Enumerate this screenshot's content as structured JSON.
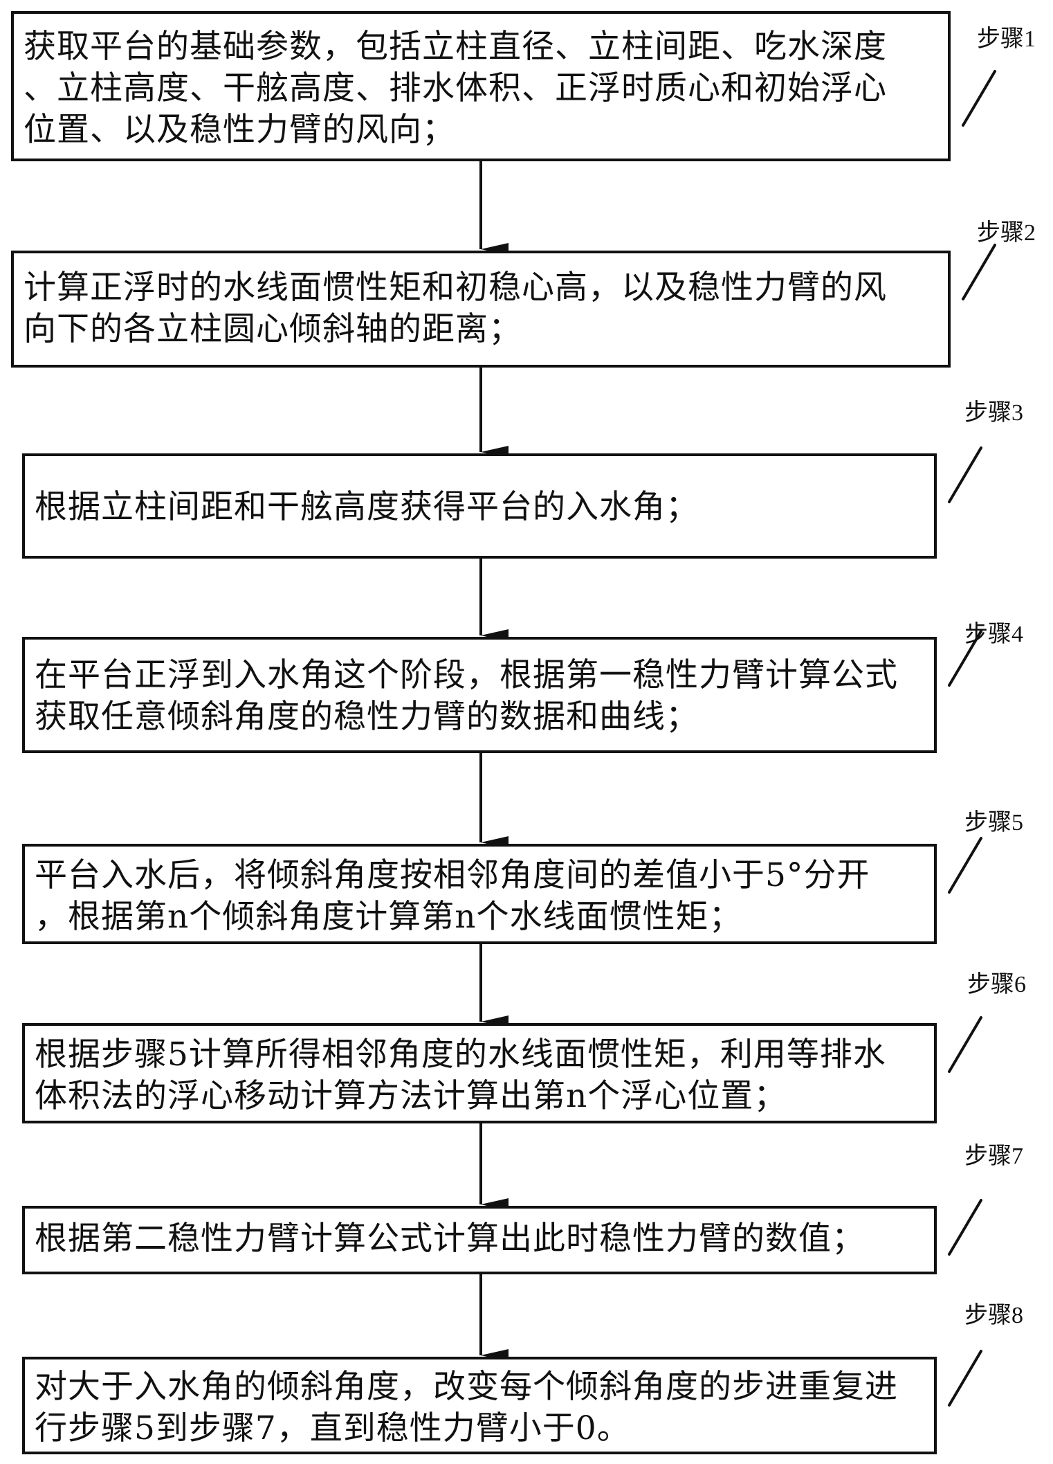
{
  "diagram": {
    "type": "flowchart",
    "direction": "top-to-bottom",
    "steps": [
      {
        "label": "步骤1",
        "text": "获取平台的基础参数，包括立柱直径、立柱间距、吃水深度\n、立柱高度、干舷高度、排水体积、正浮时质心和初始浮心\n位置、以及稳性力臂的风向；"
      },
      {
        "label": "步骤2",
        "text": "计算正浮时的水线面惯性矩和初稳心高，以及稳性力臂的风\n向下的各立柱圆心倾斜轴的距离；"
      },
      {
        "label": "步骤3",
        "text": "根据立柱间距和干舷高度获得平台的入水角；"
      },
      {
        "label": "步骤4",
        "text": "在平台正浮到入水角这个阶段，根据第一稳性力臂计算公式\n获取任意倾斜角度的稳性力臂的数据和曲线；"
      },
      {
        "label": "步骤5",
        "text": "平台入水后，将倾斜角度按相邻角度间的差值小于5°分开\n，根据第n个倾斜角度计算第n个水线面惯性矩；"
      },
      {
        "label": "步骤6",
        "text": "根据步骤5计算所得相邻角度的水线面惯性矩，利用等排水\n体积法的浮心移动计算方法计算出第n个浮心位置；"
      },
      {
        "label": "步骤7",
        "text": "根据第二稳性力臂计算公式计算出此时稳性力臂的数值；"
      },
      {
        "label": "步骤8",
        "text": "对大于入水角的倾斜角度，改变每个倾斜角度的步进重复进\n行步骤5到步骤7，直到稳性力臂小于0。"
      }
    ],
    "edges": [
      {
        "from": "步骤1",
        "to": "步骤2"
      },
      {
        "from": "步骤2",
        "to": "步骤3"
      },
      {
        "from": "步骤3",
        "to": "步骤4"
      },
      {
        "from": "步骤4",
        "to": "步骤5"
      },
      {
        "from": "步骤5",
        "to": "步骤6"
      },
      {
        "from": "步骤6",
        "to": "步骤7"
      },
      {
        "from": "步骤7",
        "to": "步骤8"
      }
    ]
  }
}
